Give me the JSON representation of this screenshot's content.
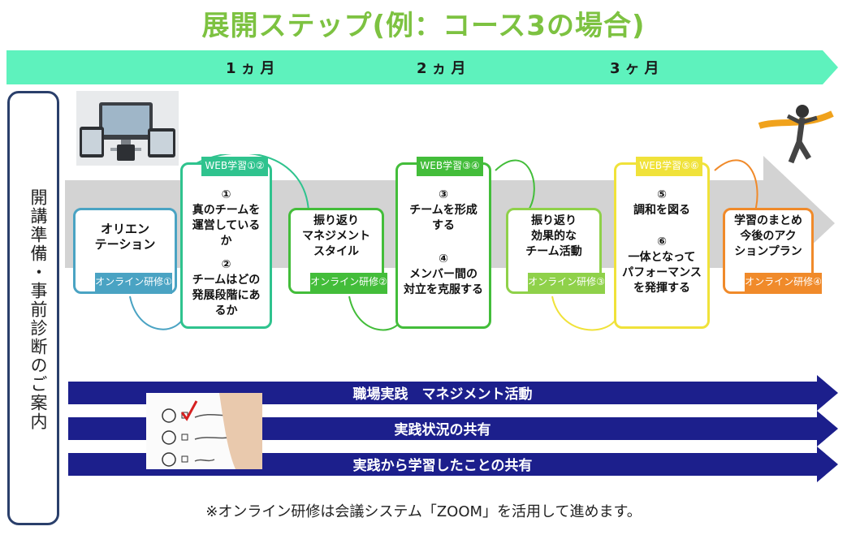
{
  "title": "展開ステップ(例：コース3の場合)",
  "timeline": {
    "months": [
      "1ヵ月",
      "2ヵ月",
      "3ヶ月"
    ]
  },
  "side_label": "開講準備・事前診断のご案内",
  "stages": [
    {
      "text": "オリエン\nテーション",
      "tag": "オンライン研修①"
    },
    {
      "tag": "WEB学習①②",
      "items": [
        {
          "num": "①",
          "text": "真のチームを\n運営している\nか"
        },
        {
          "num": "②",
          "text": "チームはどの\n発展段階にあ\nるか"
        }
      ]
    },
    {
      "text": "振り返り\nマネジメント\nスタイル",
      "tag": "オンライン研修②"
    },
    {
      "tag": "WEB学習③④",
      "items": [
        {
          "num": "③",
          "text": "チームを形成\nする"
        },
        {
          "num": "④",
          "text": "メンバー間の\n対立を克服する"
        }
      ]
    },
    {
      "text": "振り返り\n効果的な\nチーム活動",
      "tag": "オンライン研修③"
    },
    {
      "tag": "WEB学習⑤⑥",
      "items": [
        {
          "num": "⑤",
          "text": "調和を図る"
        },
        {
          "num": "⑥",
          "text": "一体となって\nパフォーマンス\nを発揮する"
        }
      ]
    },
    {
      "text": "学習のまとめ\n今後のアク\nションプラン",
      "tag": "オンライン研修④"
    }
  ],
  "practice_bars": [
    "職場実践　マネジメント活動",
    "実践状況の共有",
    "実践から学習したことの共有"
  ],
  "footnote": "※オンライン研修は会議システム「ZOOM」を活用して進めます。",
  "colors": {
    "title": "#7dc241",
    "timeline": "#5ef2bd",
    "blue": "#4aa3c3",
    "green": "#43bd3a",
    "teal": "#2fc38e",
    "lime": "#8fd14a",
    "yellow": "#f0e23a",
    "orange": "#f08a2a",
    "navy": "#1c1f8c"
  }
}
